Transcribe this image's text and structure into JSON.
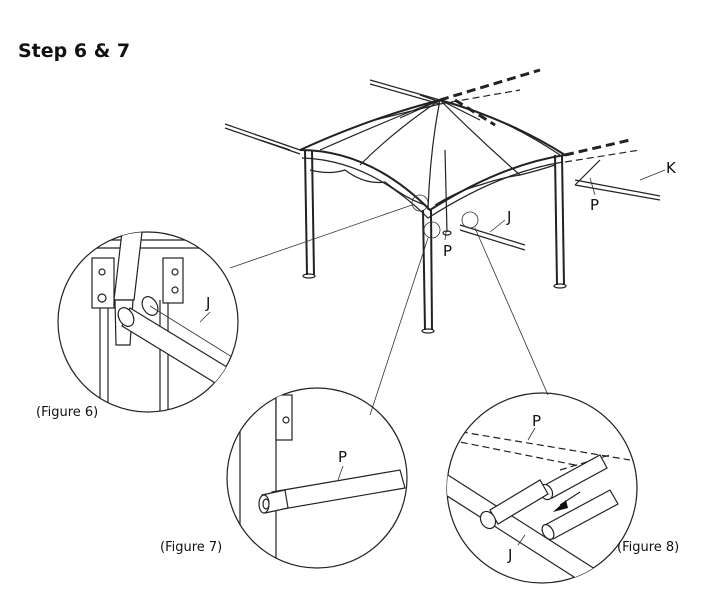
{
  "step_title": "Step 6 & 7",
  "figures": {
    "fig6": {
      "caption": "(Figure 6)"
    },
    "fig7": {
      "caption": "(Figure 7)"
    },
    "fig8": {
      "caption": "(Figure 8)"
    }
  },
  "part_labels": {
    "K": "K",
    "P": "P",
    "J": "J"
  }
}
